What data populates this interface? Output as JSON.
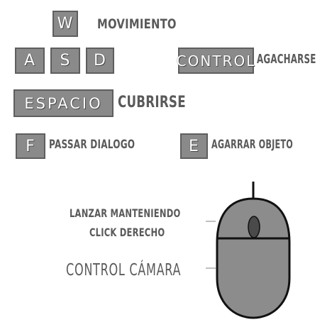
{
  "keys": {
    "w": "W",
    "a": "A",
    "s": "S",
    "d": "D",
    "control": "CONTROL",
    "espacio": "ESPACIO",
    "f": "F",
    "e": "E"
  },
  "labels": {
    "movimiento": "MOVIMIENTO",
    "agacharse": "AGACHARSE",
    "cubrirse": "CUBRIRSE",
    "passar_dialogo": "PASSAR DIALOGO",
    "agarrar_objeto": "AGARRAR OBJETO",
    "lanzar_line1": "LANZAR MANTENIENDO",
    "lanzar_line2": "CLICK DERECHO",
    "control_camara": "CONTROL CÁMARA"
  },
  "colors": {
    "key_fill": "#8a8a8a",
    "key_border": "#5e5e5e",
    "label_text": "#5a5a5a",
    "mouse_fill": "#8c8c8c",
    "mouse_outline": "#111111"
  }
}
